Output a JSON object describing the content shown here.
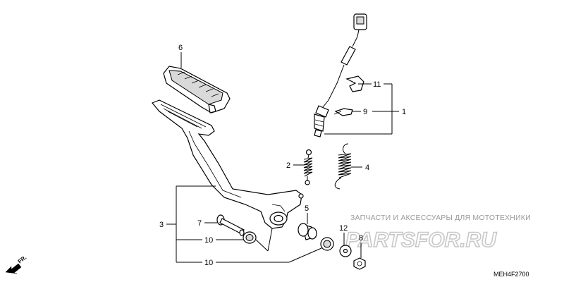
{
  "callouts": {
    "n1": "1",
    "n2": "2",
    "n3": "3",
    "n4": "4",
    "n5": "5",
    "n6": "6",
    "n7": "7",
    "n8": "8",
    "n9": "9",
    "n10a": "10",
    "n10b": "10",
    "n11": "11",
    "n12": "12"
  },
  "watermark": {
    "caption": "ЗАПЧАСТИ И АКСЕССУАРЫ ДЛЯ МОТОТЕХНИКИ",
    "logo": "PARTSFOR.RU"
  },
  "diagram_code": "MEH4F2700",
  "direction_label": "FR."
}
